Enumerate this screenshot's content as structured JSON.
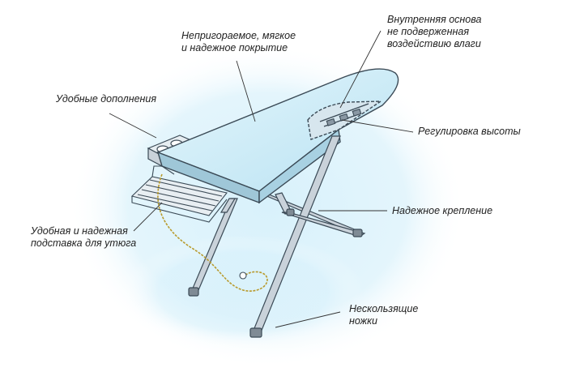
{
  "colors": {
    "board_fill": "#cfeef8",
    "board_stroke": "#3b4a56",
    "glow": "#d8f1fb",
    "frame": "#c9d2da",
    "cord": "#b89a2c",
    "leader": "#333333",
    "text": "#222222"
  },
  "labels": {
    "cover": {
      "line1": "Непригораемое, мягкое",
      "line2": "и надежное покрытие"
    },
    "base": {
      "line1": "Внутренняя основа",
      "line2": "не подверженная",
      "line3": "воздействию влаги"
    },
    "extras": {
      "line1": "Удобные дополнения"
    },
    "height": {
      "line1": "Регулировка высоты"
    },
    "mount": {
      "line1": "Надежное крепление"
    },
    "rest": {
      "line1": "Удобная и надежная",
      "line2": "подставка для утюга"
    },
    "feet": {
      "line1": "Нескользящие",
      "line2": "ножки"
    }
  }
}
